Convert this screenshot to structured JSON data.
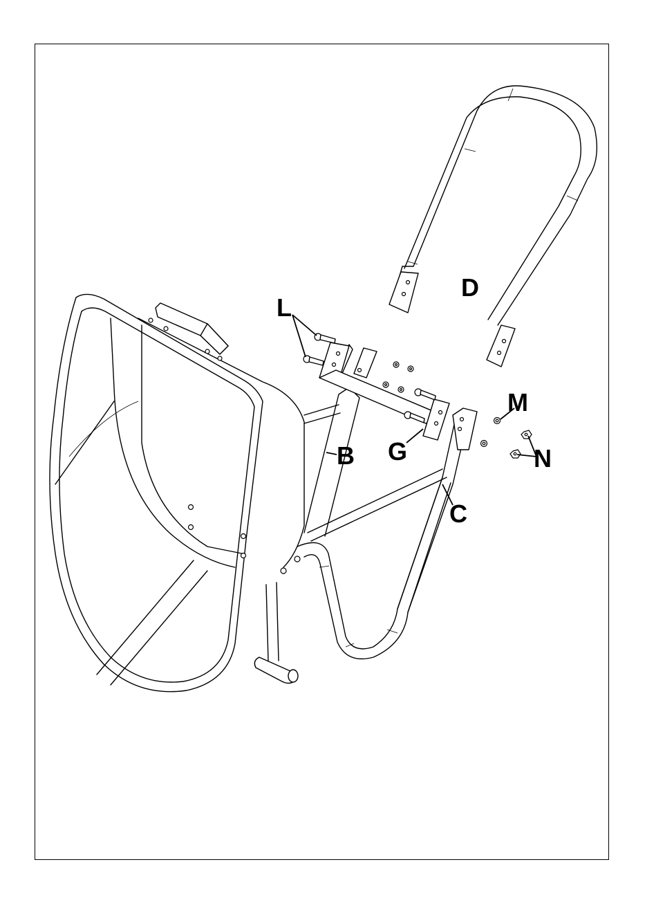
{
  "diagram": {
    "labels": {
      "L": "L",
      "D": "D",
      "M": "M",
      "N": "N",
      "B": "B",
      "G": "G",
      "C": "C"
    }
  }
}
